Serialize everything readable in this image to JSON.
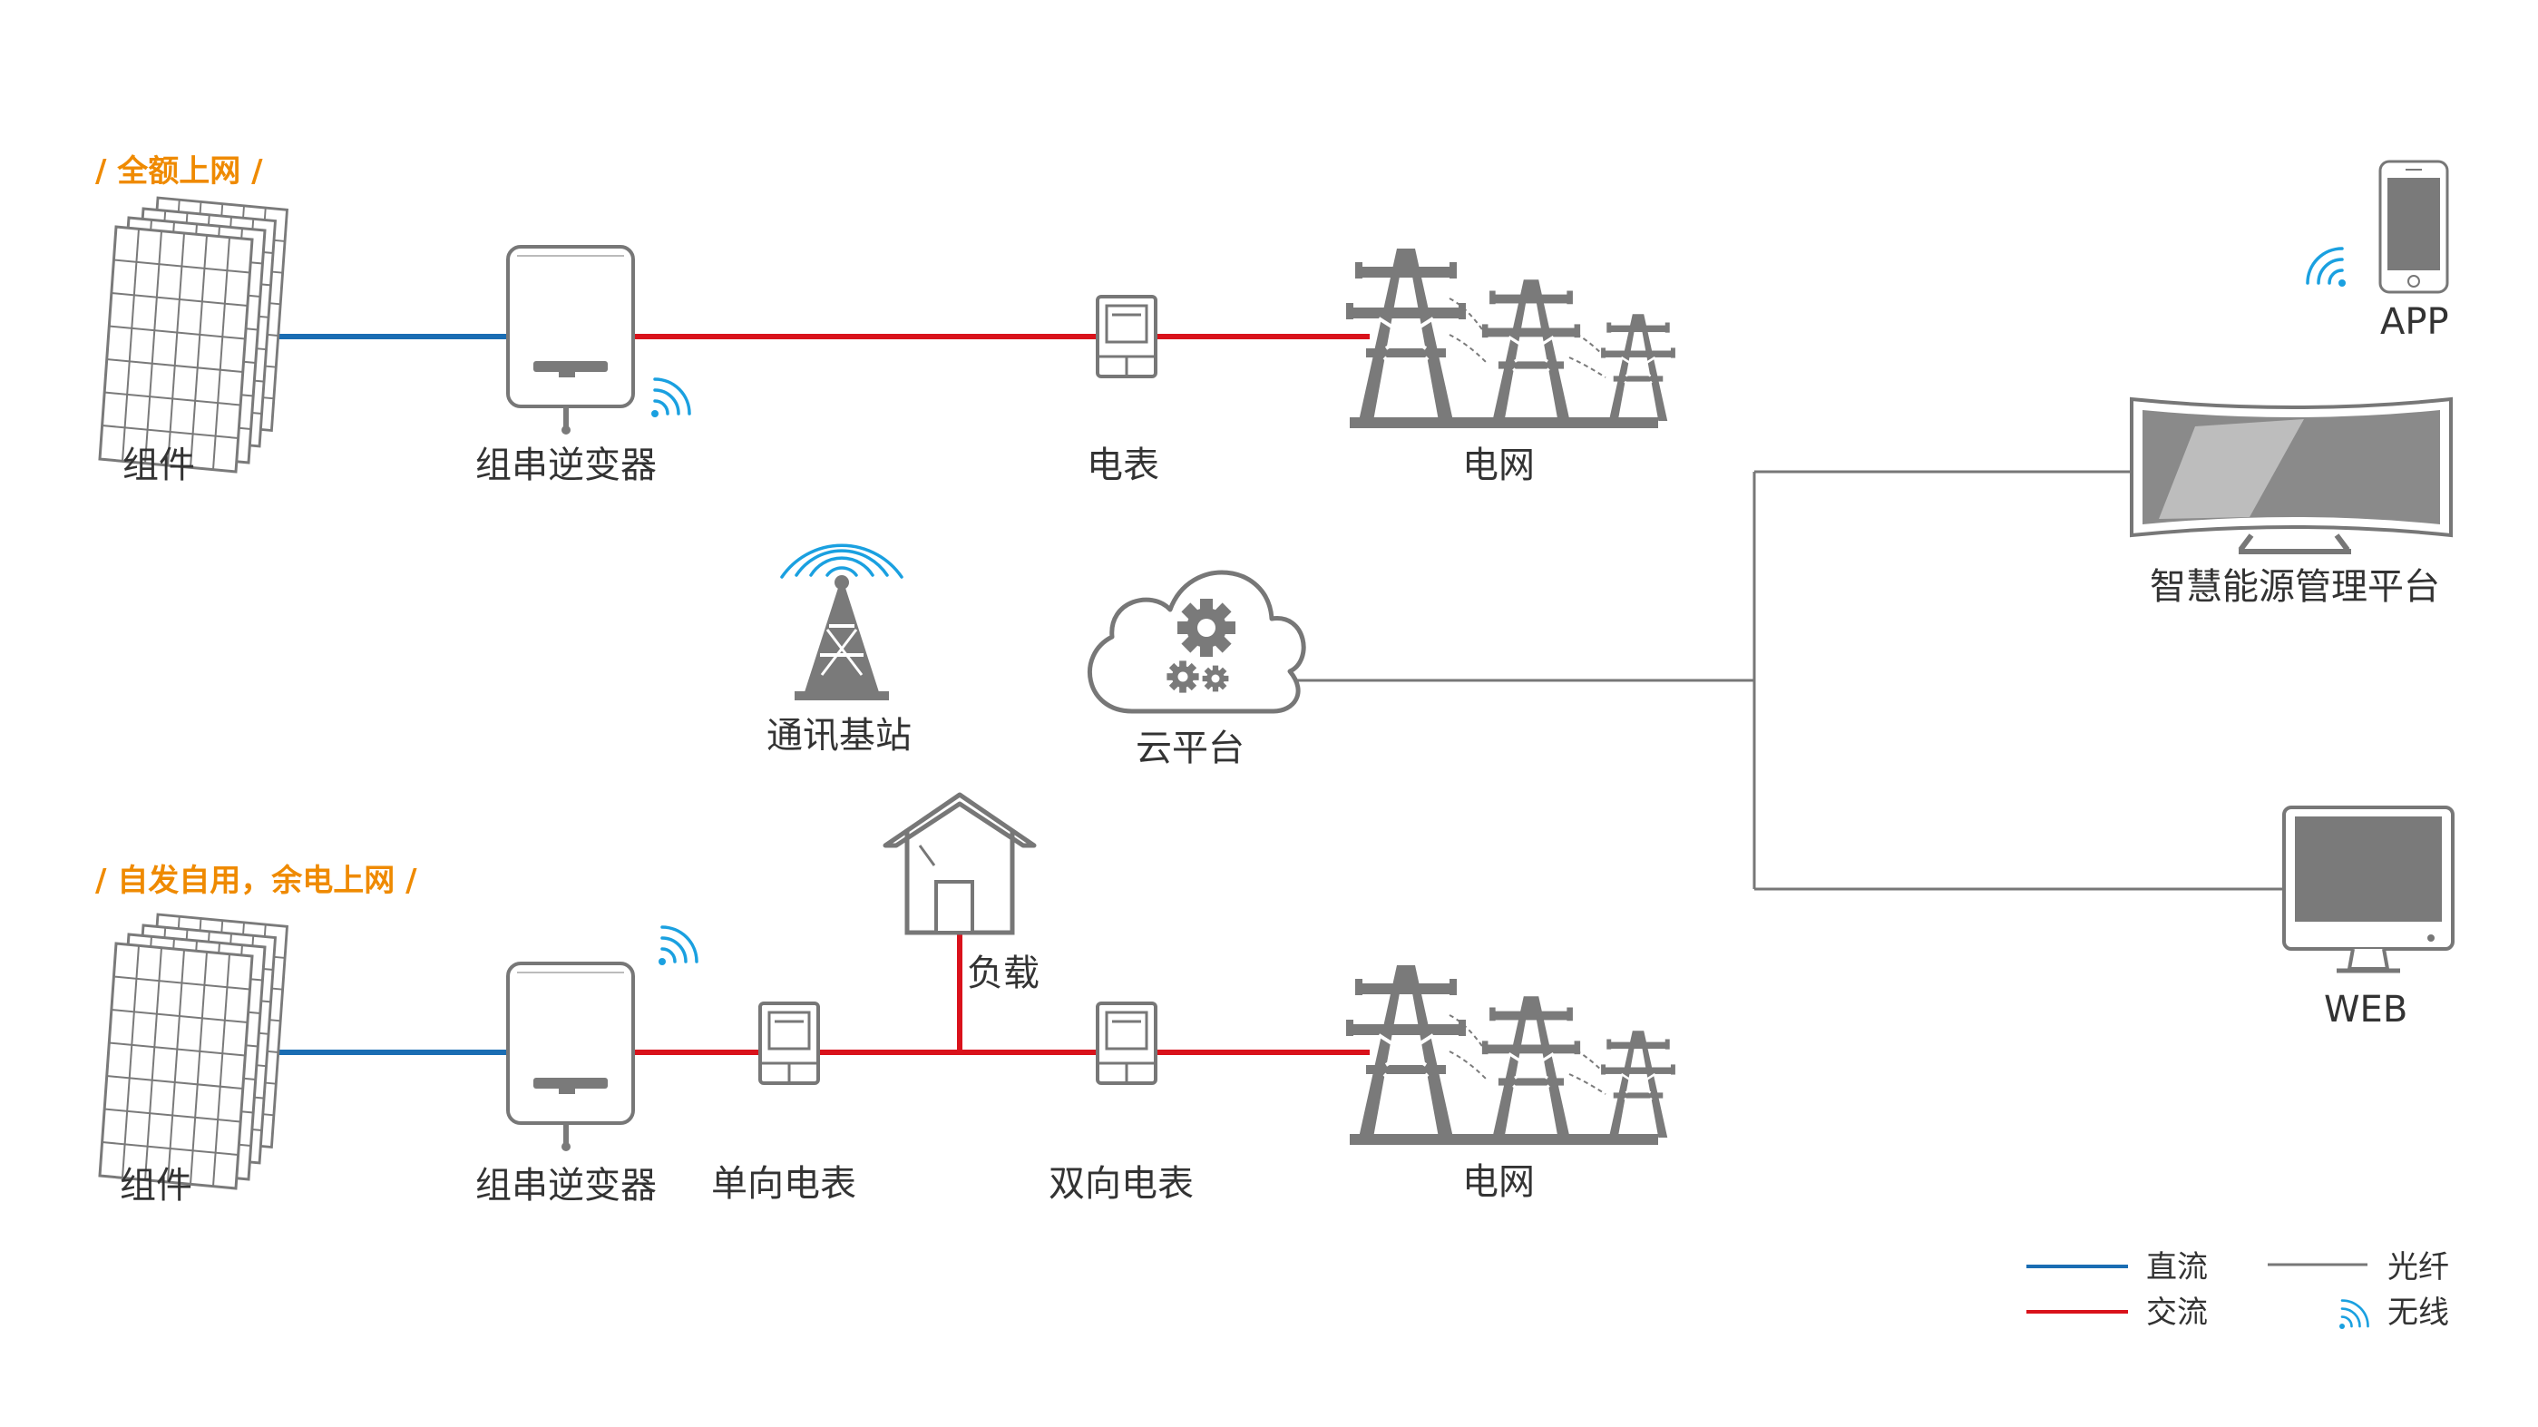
{
  "sections": {
    "full_grid": {
      "title": "/ 全额上网 /"
    },
    "self_use": {
      "title": "/ 自发自用，余电上网 /"
    }
  },
  "top_row": {
    "module": "组件",
    "inverter": "组串逆变器",
    "meter": "电表",
    "grid": "电网"
  },
  "middle": {
    "base_station": "通讯基站",
    "cloud": "云平台"
  },
  "bottom_row": {
    "module": "组件",
    "inverter": "组串逆变器",
    "one_way_meter": "单向电表",
    "load": "负载",
    "two_way_meter": "双向电表",
    "grid": "电网"
  },
  "right": {
    "app": "APP",
    "platform": "智慧能源管理平台",
    "web": "WEB"
  },
  "legend": {
    "dc": "直流",
    "ac": "交流",
    "fiber": "光纤",
    "wireless": "无线"
  },
  "colors": {
    "dc": "#1a6db3",
    "ac": "#d9121b",
    "fiber": "#777777",
    "wireless": "#1aa0e0",
    "accent": "#ef8a00",
    "icon_gray": "#7a7a7a"
  },
  "icons": [
    "solar-panel-icon",
    "inverter-icon",
    "meter-icon",
    "pylon-icon",
    "cell-tower-icon",
    "cloud-gear-icon",
    "house-icon",
    "smartphone-icon",
    "monitor-icon",
    "wifi-icon"
  ]
}
